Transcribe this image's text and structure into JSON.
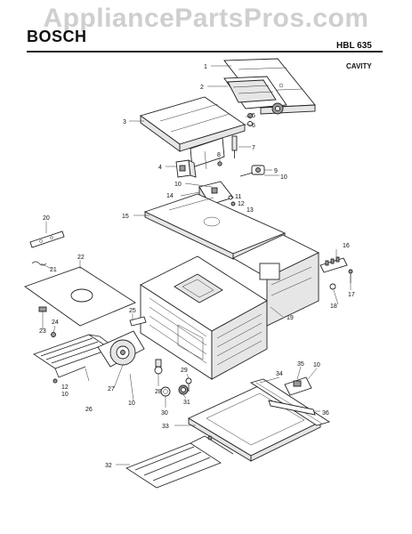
{
  "watermark": "AppliancePartsPros.com",
  "header": {
    "brand": "BOSCH",
    "model": "HBL 635",
    "section": "CAVITY"
  },
  "callouts": {
    "c1": "1",
    "c2": "2",
    "c3": "3",
    "c4": "4",
    "c5": "5",
    "c6": "6",
    "c7": "7",
    "c8": "8",
    "c9": "9",
    "c10a": "10",
    "c10b": "10",
    "c10c": "10",
    "c10d": "10",
    "c10e": "10",
    "c11": "11",
    "c12a": "12",
    "c12b": "12",
    "c13": "13",
    "c14": "14",
    "c15": "15",
    "c16": "16",
    "c17": "17",
    "c18": "18",
    "c19": "19",
    "c20": "20",
    "c21": "21",
    "c22": "22",
    "c23": "23",
    "c24": "24",
    "c25": "25",
    "c26": "26",
    "c27": "27",
    "c28": "28",
    "c29": "29",
    "c30": "30",
    "c31": "31",
    "c32": "32",
    "c33": "33",
    "c34": "34",
    "c35": "35",
    "c36": "36"
  }
}
